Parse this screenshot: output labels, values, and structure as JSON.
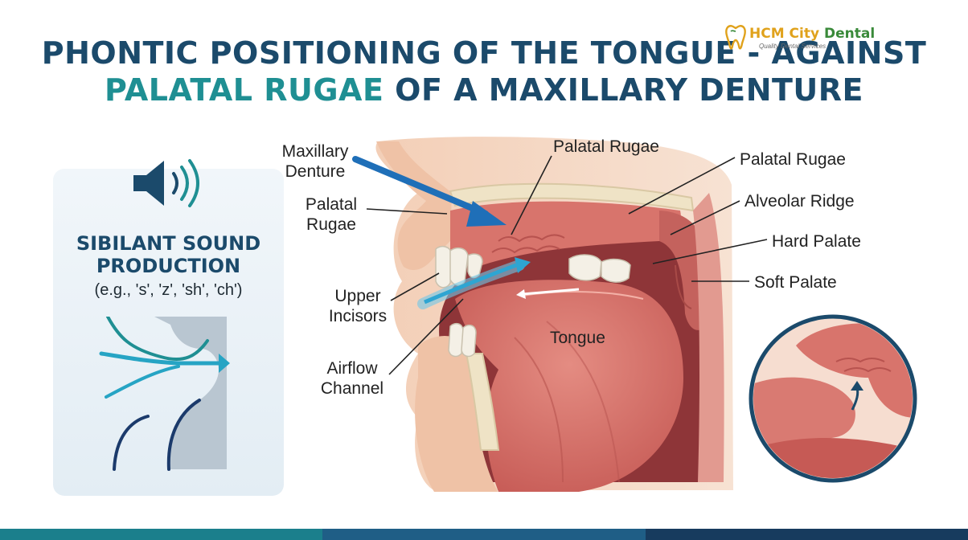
{
  "title": {
    "line1": "PHONTIC POSITIONING OF THE TONGUE - AGAINST",
    "line2_highlight": "PALATAL RUGAE",
    "line2_rest": " OF A MAXILLARY DENTURE"
  },
  "logo": {
    "name_part1": "HCM City",
    "name_part2": " Dental",
    "tagline": "Quality Dental Services"
  },
  "panel": {
    "title_line1": "SIBILANT SOUND",
    "title_line2": "PRODUCTION",
    "subtitle": "(e.g., 's', 'z', 'sh', 'ch')",
    "icons": [
      "speaker-icon",
      "airflow-icon"
    ]
  },
  "labels": {
    "maxillary_denture_1": "Maxillary",
    "maxillary_denture_2": "Denture",
    "palatal_rugae_left_1": "Palatal",
    "palatal_rugae_left_2": "Rugae",
    "upper_incisors_1": "Upper",
    "upper_incisors_2": "Incisors",
    "airflow_channel_1": "Airflow",
    "airflow_channel_2": "Channel",
    "palatal_rugae_top": "Palatal Rugae",
    "palatal_rugae_right": "Palatal Rugae",
    "alveolar_ridge": "Alveolar Ridge",
    "hard_palate": "Hard Palate",
    "soft_palate": "Soft Palate",
    "tongue": "Tongue"
  },
  "colors": {
    "title_navy": "#1b4a6b",
    "title_teal": "#1f8f93",
    "arrow_blue": "#1f6fb8",
    "tissue_pink": "#d9756d",
    "skin": "#f2cdb6",
    "footer": [
      "#1b7f8c",
      "#1f5e86",
      "#173b5e"
    ]
  }
}
